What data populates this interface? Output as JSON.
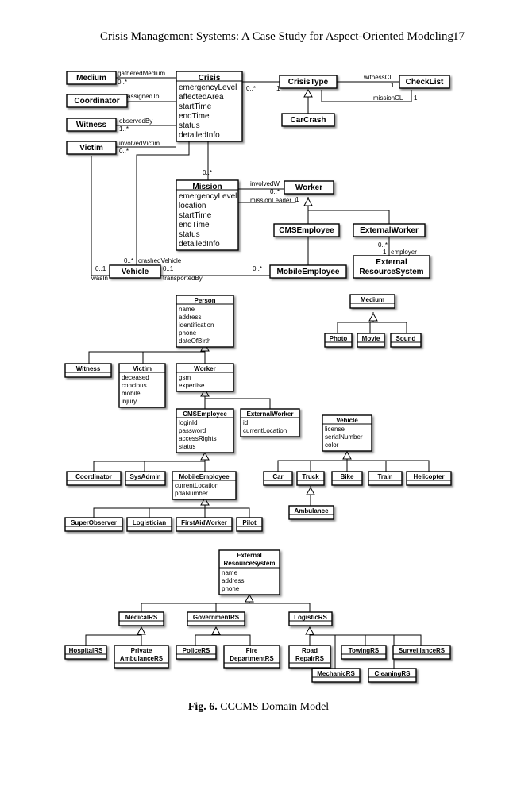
{
  "header": {
    "title": "Crisis Management Systems: A Case Study for Aspect-Oriented Modeling",
    "page_number": "17"
  },
  "caption": {
    "label": "Fig. 6.",
    "text": "CCCMS Domain Model"
  },
  "classes": {
    "medium": "Medium",
    "coordinator": "Coordinator",
    "witness": "Witness",
    "victim": "Victim",
    "crisis": "Crisis",
    "crisis_type": "CrisisType",
    "checklist": "CheckList",
    "car_crash": "CarCrash",
    "mission": "Mission",
    "worker": "Worker",
    "cms_employee": "CMSEmployee",
    "external_worker": "ExternalWorker",
    "external_resource_system": [
      "External",
      "ResourceSystem"
    ],
    "vehicle": "Vehicle",
    "mobile_employee": "MobileEmployee",
    "person": "Person",
    "sys_admin": "SysAdmin",
    "super_observer": "SuperObserver",
    "logistician": "Logistician",
    "first_aid_worker": "FirstAidWorker",
    "pilot": "Pilot",
    "photo": "Photo",
    "movie": "Movie",
    "sound": "Sound",
    "car": "Car",
    "truck": "Truck",
    "bike": "Bike",
    "train": "Train",
    "helicopter": "Helicopter",
    "ambulance": "Ambulance",
    "medical_rs": "MedicalRS",
    "government_rs": "GovernmentRS",
    "logistic_rs": "LogisticRS",
    "hospital_rs": "HospitalRS",
    "private_ambulance_rs": [
      "Private",
      "AmbulanceRS"
    ],
    "police_rs": "PoliceRS",
    "fire_department_rs": [
      "Fire",
      "DepartmentRS"
    ],
    "road_repair_rs": [
      "Road",
      "RepairRS"
    ],
    "towing_rs": "TowingRS",
    "surveillance_rs": "SurveillanceRS",
    "mechanic_rs": "MechanicRS",
    "cleaning_rs": "CleaningRS"
  },
  "attributes": {
    "crisis": [
      "emergencyLevel",
      "affectedArea",
      "startTime",
      "endTime",
      "status",
      "detailedInfo"
    ],
    "mission": [
      "emergencyLevel",
      "location",
      "startTime",
      "endTime",
      "status",
      "detailedInfo"
    ],
    "person": [
      "name",
      "address",
      "identification",
      "phone",
      "dateOfBirth"
    ],
    "victim": [
      "deceased",
      "concious",
      "mobile",
      "injury"
    ],
    "worker": [
      "gsm",
      "expertise"
    ],
    "cms_employee": [
      "loginId",
      "password",
      "accessRights",
      "status"
    ],
    "external_worker": [
      "id",
      "currentLocation"
    ],
    "mobile_employee": [
      "currentLocation",
      "pdaNumber"
    ],
    "vehicle": [
      "license",
      "serialNumber",
      "color"
    ],
    "external_resource_system": [
      "name",
      "address",
      "phone"
    ]
  },
  "associations": {
    "gathered_medium": "gatheredMedium",
    "assigned_to": "assignedTo",
    "observed_by": "observedBy",
    "involved_victim": "involvedVictim",
    "witness_cl": "witnessCL",
    "mission_cl": "missionCL",
    "involved_w": "involvedW",
    "mission_leader": "missionLeader",
    "employer": "employer",
    "crashed_vehicle": "crashedVehicle",
    "was_in": "wasIn",
    "transported_by": "transportedBy"
  },
  "multiplicities": {
    "zero_many": "0..*",
    "one": "1",
    "one_many": "1..*",
    "zero_one": "0..1"
  }
}
